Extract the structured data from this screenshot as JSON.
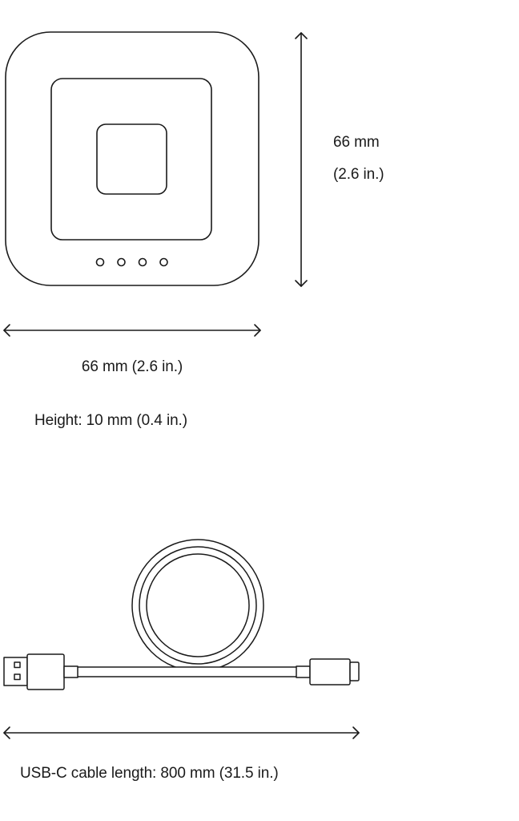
{
  "hub": {
    "height_dimension": {
      "line1": "66 mm",
      "line2": "(2.6 in.)"
    },
    "width_dimension": "66 mm (2.6 in.)",
    "thickness": "Height: 10 mm (0.4 in.)",
    "indicator_led_count": 4
  },
  "cable": {
    "length_label": "USB-C cable length: 800 mm (31.5 in.)",
    "connector_left": "usb-a-plug",
    "connector_right": "usb-c-plug"
  },
  "colors": {
    "stroke": "#1a1a1a",
    "background": "#ffffff"
  }
}
